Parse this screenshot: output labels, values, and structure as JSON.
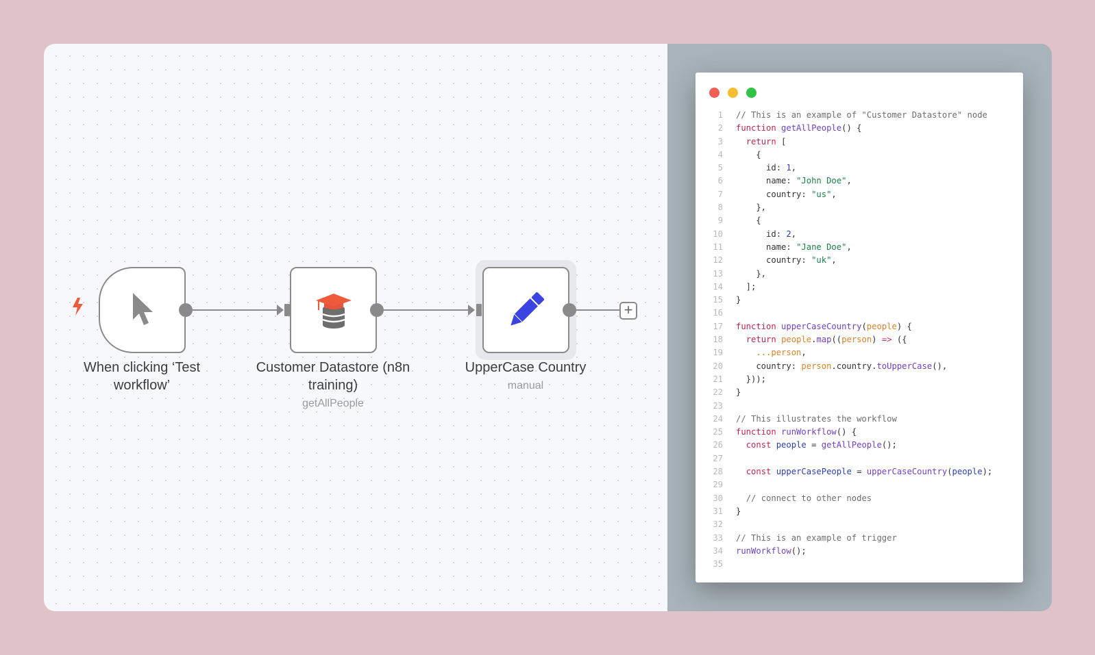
{
  "workflow": {
    "nodes": [
      {
        "title": "When clicking ‘Test workflow’",
        "subtitle": "",
        "icon": "cursor-icon"
      },
      {
        "title": "Customer Datastore (n8n training)",
        "subtitle": "getAllPeople",
        "icon": "database-graduation-cap-icon"
      },
      {
        "title": "UpperCase Country",
        "subtitle": "manual",
        "icon": "pencil-icon"
      }
    ],
    "add_label": "+",
    "colors": {
      "accent": "#f05a3c",
      "pencil": "#3b44e0"
    }
  },
  "editor": {
    "traffic_lights": [
      "#ed5f57",
      "#f5bd2f",
      "#30c344"
    ],
    "lines": [
      [
        [
          "c",
          "// This is an example of \"Customer Datastore\" node"
        ]
      ],
      [
        [
          "k",
          "function "
        ],
        [
          "f",
          "getAllPeople"
        ],
        [
          "p",
          "() {"
        ]
      ],
      [
        [
          "p",
          "  "
        ],
        [
          "k",
          "return"
        ],
        [
          "p",
          " ["
        ]
      ],
      [
        [
          "p",
          "    {"
        ]
      ],
      [
        [
          "p",
          "      id: "
        ],
        [
          "n",
          "1"
        ],
        [
          "p",
          ","
        ]
      ],
      [
        [
          "p",
          "      name: "
        ],
        [
          "s",
          "\"John Doe\""
        ],
        [
          "p",
          ","
        ]
      ],
      [
        [
          "p",
          "      country: "
        ],
        [
          "s",
          "\"us\""
        ],
        [
          "p",
          ","
        ]
      ],
      [
        [
          "p",
          "    },"
        ]
      ],
      [
        [
          "p",
          "    {"
        ]
      ],
      [
        [
          "p",
          "      id: "
        ],
        [
          "n",
          "2"
        ],
        [
          "p",
          ","
        ]
      ],
      [
        [
          "p",
          "      name: "
        ],
        [
          "s",
          "\"Jane Doe\""
        ],
        [
          "p",
          ","
        ]
      ],
      [
        [
          "p",
          "      country: "
        ],
        [
          "s",
          "\"uk\""
        ],
        [
          "p",
          ","
        ]
      ],
      [
        [
          "p",
          "    },"
        ]
      ],
      [
        [
          "p",
          "  ];"
        ]
      ],
      [
        [
          "p",
          "}"
        ]
      ],
      [],
      [
        [
          "k",
          "function "
        ],
        [
          "f",
          "upperCaseCountry"
        ],
        [
          "p",
          "("
        ],
        [
          "v",
          "people"
        ],
        [
          "p",
          ") {"
        ]
      ],
      [
        [
          "p",
          "  "
        ],
        [
          "k",
          "return "
        ],
        [
          "v",
          "people"
        ],
        [
          "p",
          "."
        ],
        [
          "f",
          "map"
        ],
        [
          "p",
          "(("
        ],
        [
          "v",
          "person"
        ],
        [
          "p",
          ") "
        ],
        [
          "k",
          "=>"
        ],
        [
          "p",
          " ({"
        ]
      ],
      [
        [
          "p",
          "    "
        ],
        [
          "v",
          "...person"
        ],
        [
          "p",
          ","
        ]
      ],
      [
        [
          "p",
          "    country: "
        ],
        [
          "v",
          "person"
        ],
        [
          "p",
          ".country."
        ],
        [
          "f",
          "toUpperCase"
        ],
        [
          "p",
          "(),"
        ]
      ],
      [
        [
          "p",
          "  }));"
        ]
      ],
      [
        [
          "p",
          "}"
        ]
      ],
      [],
      [
        [
          "c",
          "// This illustrates the workflow"
        ]
      ],
      [
        [
          "k",
          "function "
        ],
        [
          "f",
          "runWorkflow"
        ],
        [
          "p",
          "() {"
        ]
      ],
      [
        [
          "p",
          "  "
        ],
        [
          "k",
          "const "
        ],
        [
          "i",
          "people"
        ],
        [
          "p",
          " = "
        ],
        [
          "f",
          "getAllPeople"
        ],
        [
          "p",
          "();"
        ]
      ],
      [],
      [
        [
          "p",
          "  "
        ],
        [
          "k",
          "const "
        ],
        [
          "i",
          "upperCasePeople"
        ],
        [
          "p",
          " = "
        ],
        [
          "f",
          "upperCaseCountry"
        ],
        [
          "p",
          "("
        ],
        [
          "i",
          "people"
        ],
        [
          "p",
          ");"
        ]
      ],
      [],
      [
        [
          "p",
          "  "
        ],
        [
          "c",
          "// connect to other nodes"
        ]
      ],
      [
        [
          "p",
          "}"
        ]
      ],
      [],
      [
        [
          "c",
          "// This is an example of trigger"
        ]
      ],
      [
        [
          "f",
          "runWorkflow"
        ],
        [
          "p",
          "();"
        ]
      ],
      []
    ]
  }
}
